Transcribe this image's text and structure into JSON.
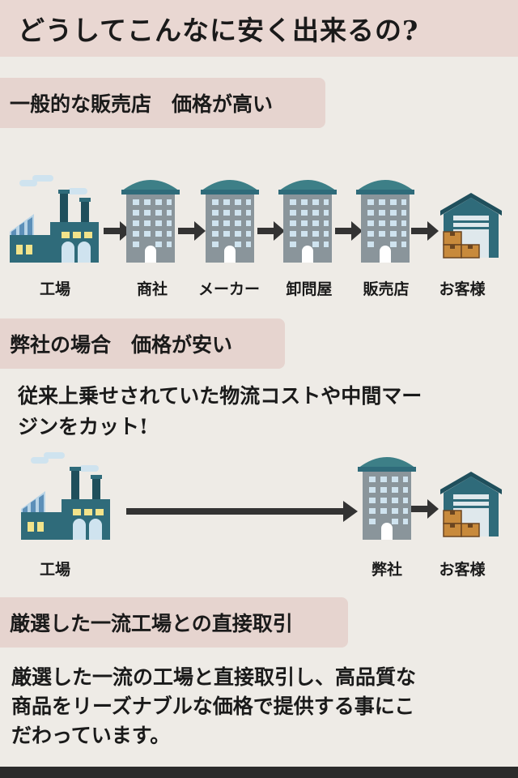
{
  "title": "どうしてこんなに安く出来るの?",
  "section_general": {
    "heading": "一般的な販売店　価格が高い",
    "flow": [
      "工場",
      "商社",
      "メーカー",
      "卸問屋",
      "販売店",
      "お客様"
    ]
  },
  "section_ours": {
    "heading": "弊社の場合　価格が安い",
    "note_line1": "従来上乗せされていた物流コストや中間マー",
    "note_line2": "ジンをカット!",
    "flow": [
      "工場",
      "弊社",
      "お客様"
    ]
  },
  "section_factory": {
    "heading": "厳選した一流工場との直接取引",
    "body_line1": "厳選した一流の工場と直接取引し、高品質な",
    "body_line2": "商品をリーズナブルな価格で提供する事にこ",
    "body_line3": "だわっています。"
  },
  "colors": {
    "background": "#eeebe6",
    "heading_band": "#e6d4cf",
    "factory_teal": "#2f6b7a",
    "building_grey": "#8a959b",
    "roof_teal": "#3d7f87",
    "window_blue": "#cfe3ef",
    "box_brown": "#c88a3c",
    "arrow": "#333333"
  },
  "icons": [
    "factory-icon",
    "building-icon",
    "warehouse-icon",
    "arrow-icon"
  ]
}
